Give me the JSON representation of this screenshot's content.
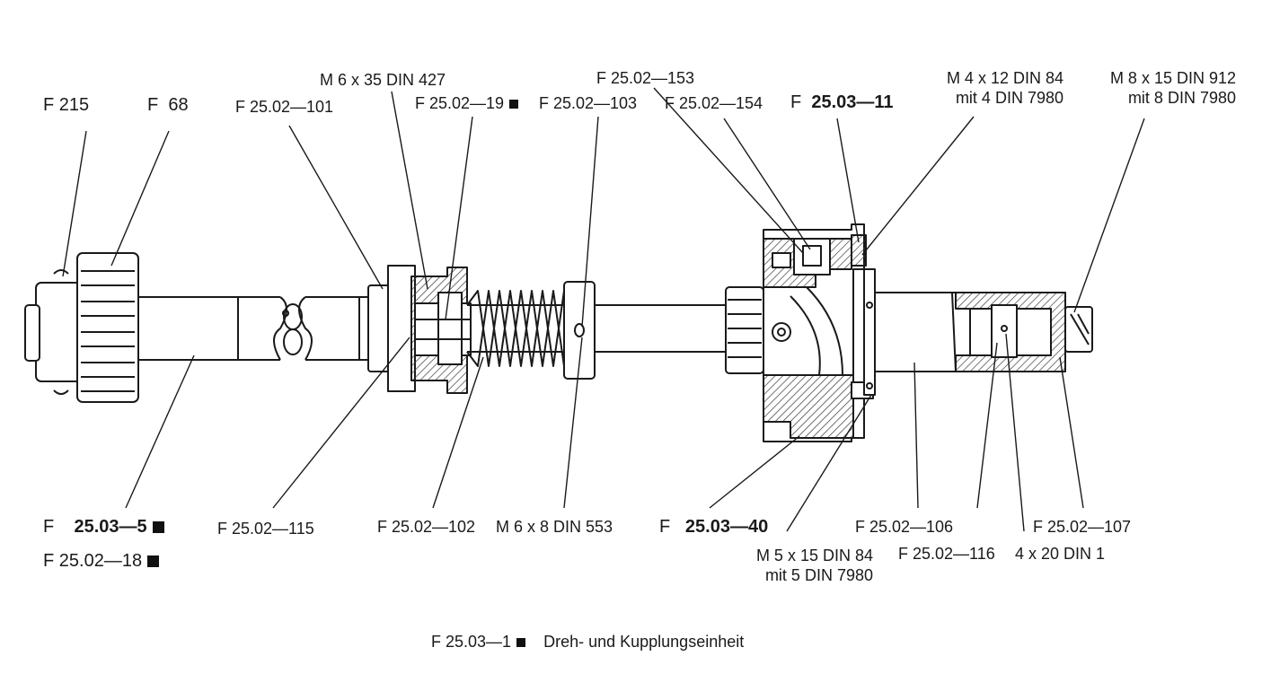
{
  "labels": {
    "f215": "F 215",
    "f68": "F  68",
    "f2502_101": "F 25.02—101",
    "m6x35": "M 6 x 35 DIN 427",
    "f2502_19": "F 25.02—19",
    "f2502_103": "F 25.02—103",
    "f2502_153": "F 25.02—153",
    "f2502_154": "F 25.02—154",
    "f2503_11_prefix": "F",
    "f2503_11": "25.03—11",
    "m4x12_l1": "M 4 x 12 DIN 84",
    "m4x12_l2": "mit 4 DIN 7980",
    "m8x15_l1": "M 8 x 15 DIN 912",
    "m8x15_l2": "mit 8 DIN 7980",
    "f2503_5_prefix": "F",
    "f2503_5": "25.03—5",
    "f2502_18": "F 25.02—18",
    "f2502_115": "F 25.02—115",
    "f2502_102": "F 25.02—102",
    "m6x8": "M 6 x 8 DIN 553",
    "f2503_40_prefix": "F",
    "f2503_40": "25.03—40",
    "f2502_106": "F 25.02—106",
    "f2502_107": "F 25.02—107",
    "m5x15_l1": "M 5 x 15 DIN 84",
    "m5x15_l2": "mit 5 DIN 7980",
    "f2502_116": "F 25.02—116",
    "pin4x20": "4 x 20 DIN 1"
  },
  "caption": {
    "code": "F 25.03—1",
    "title": "Dreh- und Kupplungseinheit"
  },
  "colors": {
    "ink": "#1a1a1a",
    "paper": "#ffffff",
    "hatch": "#3a3a3a"
  }
}
